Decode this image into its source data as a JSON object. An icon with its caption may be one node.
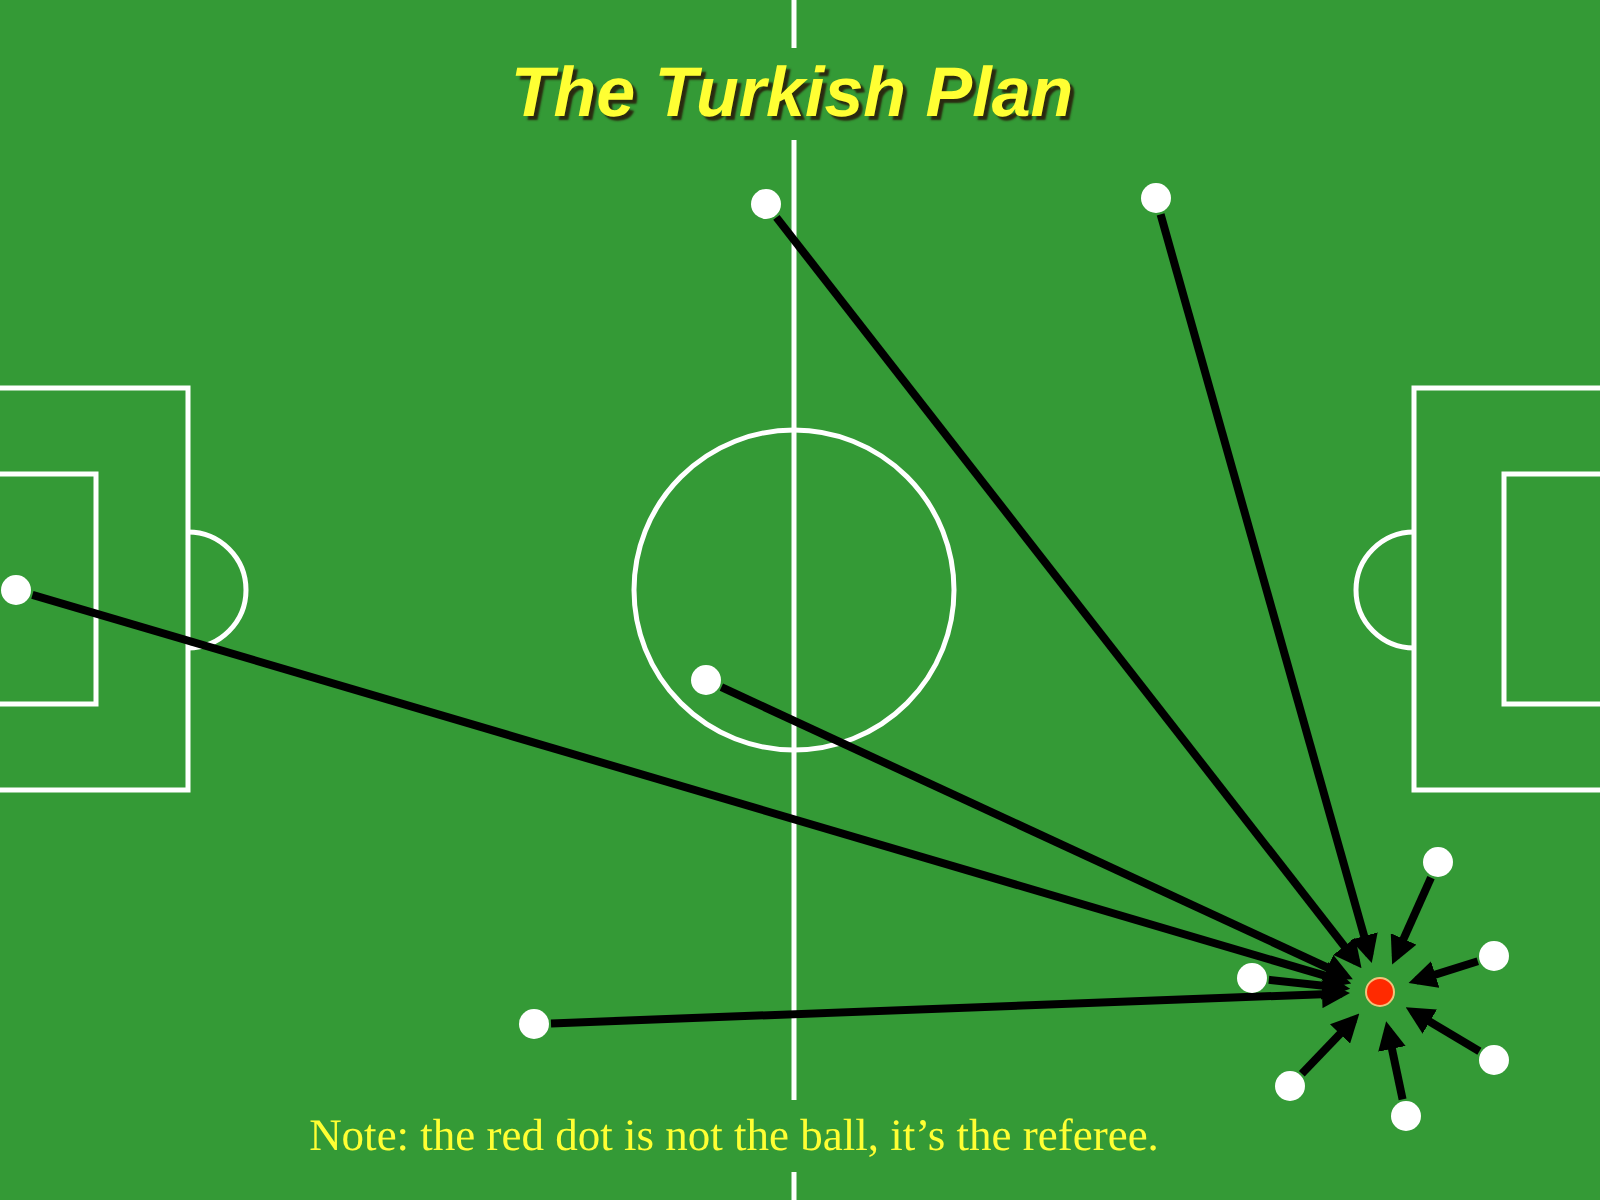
{
  "diagram": {
    "title": "The Turkish Plan",
    "nodes": [
      {
        "text": [],
        "shape": "circle"
      },
      {
        "text": [],
        "shape": "circle"
      },
      {
        "text": [],
        "shape": "circle"
      },
      {
        "text": [],
        "shape": "circle"
      },
      {
        "text": [],
        "shape": "circle"
      },
      {
        "text": [],
        "shape": "circle"
      },
      {
        "text": [],
        "shape": "circle"
      },
      {
        "text": [],
        "shape": "circle"
      },
      {
        "text": [],
        "shape": "circle"
      },
      {
        "text": [],
        "shape": "circle"
      },
      {
        "text": [],
        "shape": "circle"
      },
      {
        "text": [],
        "shape": "circle"
      }
    ],
    "edges": [
      {
        "from": 0,
        "to": 7,
        "arrow": "to"
      },
      {
        "from": 1,
        "to": 7,
        "arrow": "to"
      },
      {
        "from": 2,
        "to": 7,
        "arrow": "to"
      },
      {
        "from": 3,
        "to": 7,
        "arrow": "to"
      },
      {
        "from": 4,
        "to": 7,
        "arrow": "to"
      },
      {
        "from": 5,
        "to": 7,
        "arrow": "to"
      },
      {
        "from": 6,
        "to": 7,
        "arrow": "to"
      },
      {
        "from": 8,
        "to": 7,
        "arrow": "to"
      },
      {
        "from": 9,
        "to": 7,
        "arrow": "to"
      },
      {
        "from": 10,
        "to": 7,
        "arrow": "to"
      },
      {
        "from": 11,
        "to": 7,
        "arrow": "to"
      }
    ],
    "labels": [
      "Note: the red dot is not the ball, it’s the referee."
    ]
  }
}
